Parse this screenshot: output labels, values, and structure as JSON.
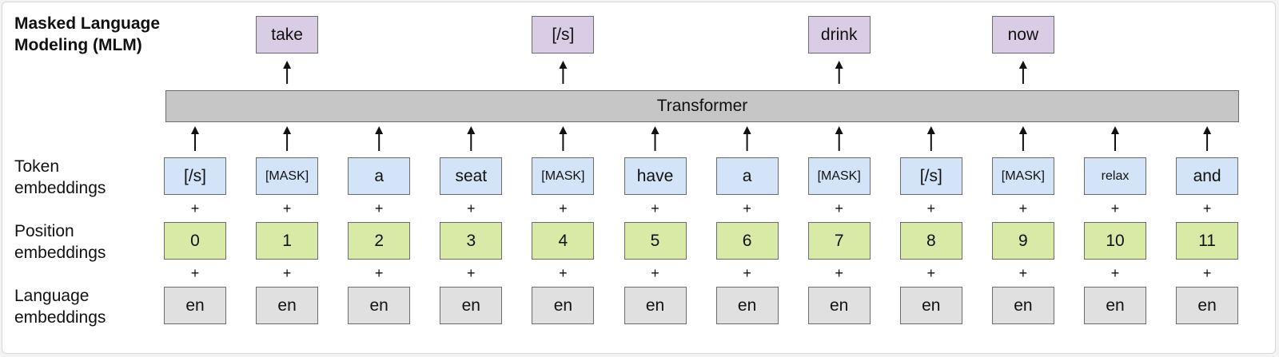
{
  "title_line1": "Masked Language",
  "title_line2": "Modeling (MLM)",
  "transformer_label": "Transformer",
  "row_labels": {
    "token": [
      "Token",
      "embeddings"
    ],
    "position": [
      "Position",
      "embeddings"
    ],
    "language": [
      "Language",
      "embeddings"
    ]
  },
  "plus_symbol": "+",
  "tokens": [
    "[/s]",
    "[MASK]",
    "a",
    "seat",
    "[MASK]",
    "have",
    "a",
    "[MASK]",
    "[/s]",
    "[MASK]",
    "relax",
    "and"
  ],
  "positions": [
    "0",
    "1",
    "2",
    "3",
    "4",
    "5",
    "6",
    "7",
    "8",
    "9",
    "10",
    "11"
  ],
  "languages": [
    "en",
    "en",
    "en",
    "en",
    "en",
    "en",
    "en",
    "en",
    "en",
    "en",
    "en",
    "en"
  ],
  "outputs": [
    {
      "column": 1,
      "label": "take"
    },
    {
      "column": 4,
      "label": "[/s]"
    },
    {
      "column": 7,
      "label": "drink"
    },
    {
      "column": 9,
      "label": "now"
    }
  ],
  "colors": {
    "token": "#d3e3f8",
    "position": "#d9e9a6",
    "language": "#e0e0e0",
    "output": "#d9cde6",
    "transformer": "#c6c6c6"
  }
}
